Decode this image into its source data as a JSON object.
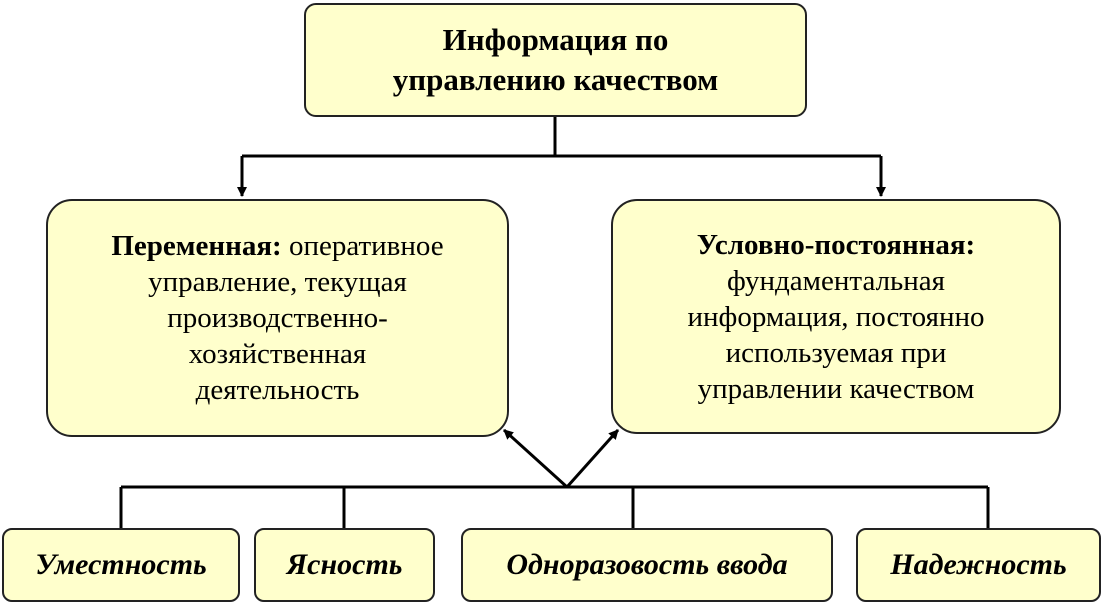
{
  "top": {
    "line1": "Информация по",
    "line2": "управлению качеством"
  },
  "left": {
    "title": "Переменная:",
    "line1_rest": " оперативное",
    "line2": "управление, текущая",
    "line3": "производственно-",
    "line4": "хозяйственная",
    "line5": "деятельность"
  },
  "right": {
    "title": "Условно-постоянная:",
    "line2": "фундаментальная",
    "line3": "информация, постоянно",
    "line4": "используемая при",
    "line5": "управлении качеством"
  },
  "criteria": [
    "Уместность",
    "Ясность",
    "Одноразовость ввода",
    "Надежность"
  ]
}
